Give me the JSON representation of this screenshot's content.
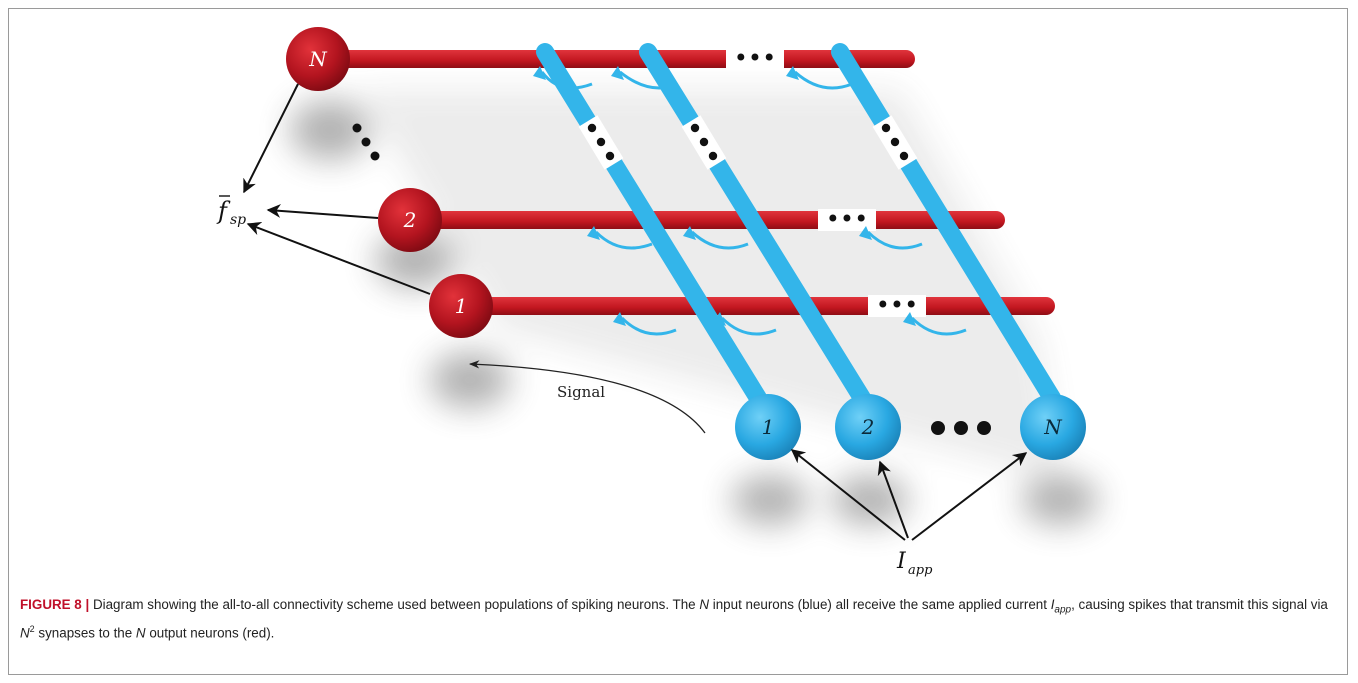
{
  "diagram": {
    "output_neurons": [
      {
        "label": "N",
        "color": "#b3141f"
      },
      {
        "label": "2",
        "color": "#b3141f"
      },
      {
        "label": "1",
        "color": "#b3141f"
      }
    ],
    "input_neurons": [
      {
        "label": "1",
        "color": "#29a8e2"
      },
      {
        "label": "2",
        "color": "#29a8e2"
      },
      {
        "label": "N",
        "color": "#29a8e2"
      }
    ],
    "mean_rate_base": "f",
    "mean_rate_sub": "sp",
    "current_base": "I",
    "current_sub": "app",
    "signal_label": "Signal",
    "ellipsis": "•••",
    "colors": {
      "axon_red": "#c1161f",
      "dendrite_blue": "#33b5ea",
      "arrow": "#111111"
    }
  },
  "caption": {
    "figure_label": "FIGURE 8 |",
    "text_1": " Diagram showing the all-to-all connectivity scheme used between populations of spiking neurons. The ",
    "n_1": "N",
    "text_2": " input neurons (blue) all receive the same applied current ",
    "i_base": "I",
    "i_sub": "app",
    "text_3": ", causing spikes that transmit this signal via ",
    "n_2": "N",
    "sup_2": "2",
    "text_4": " synapses to the ",
    "n_3": "N",
    "text_5": " output neurons (red)."
  }
}
